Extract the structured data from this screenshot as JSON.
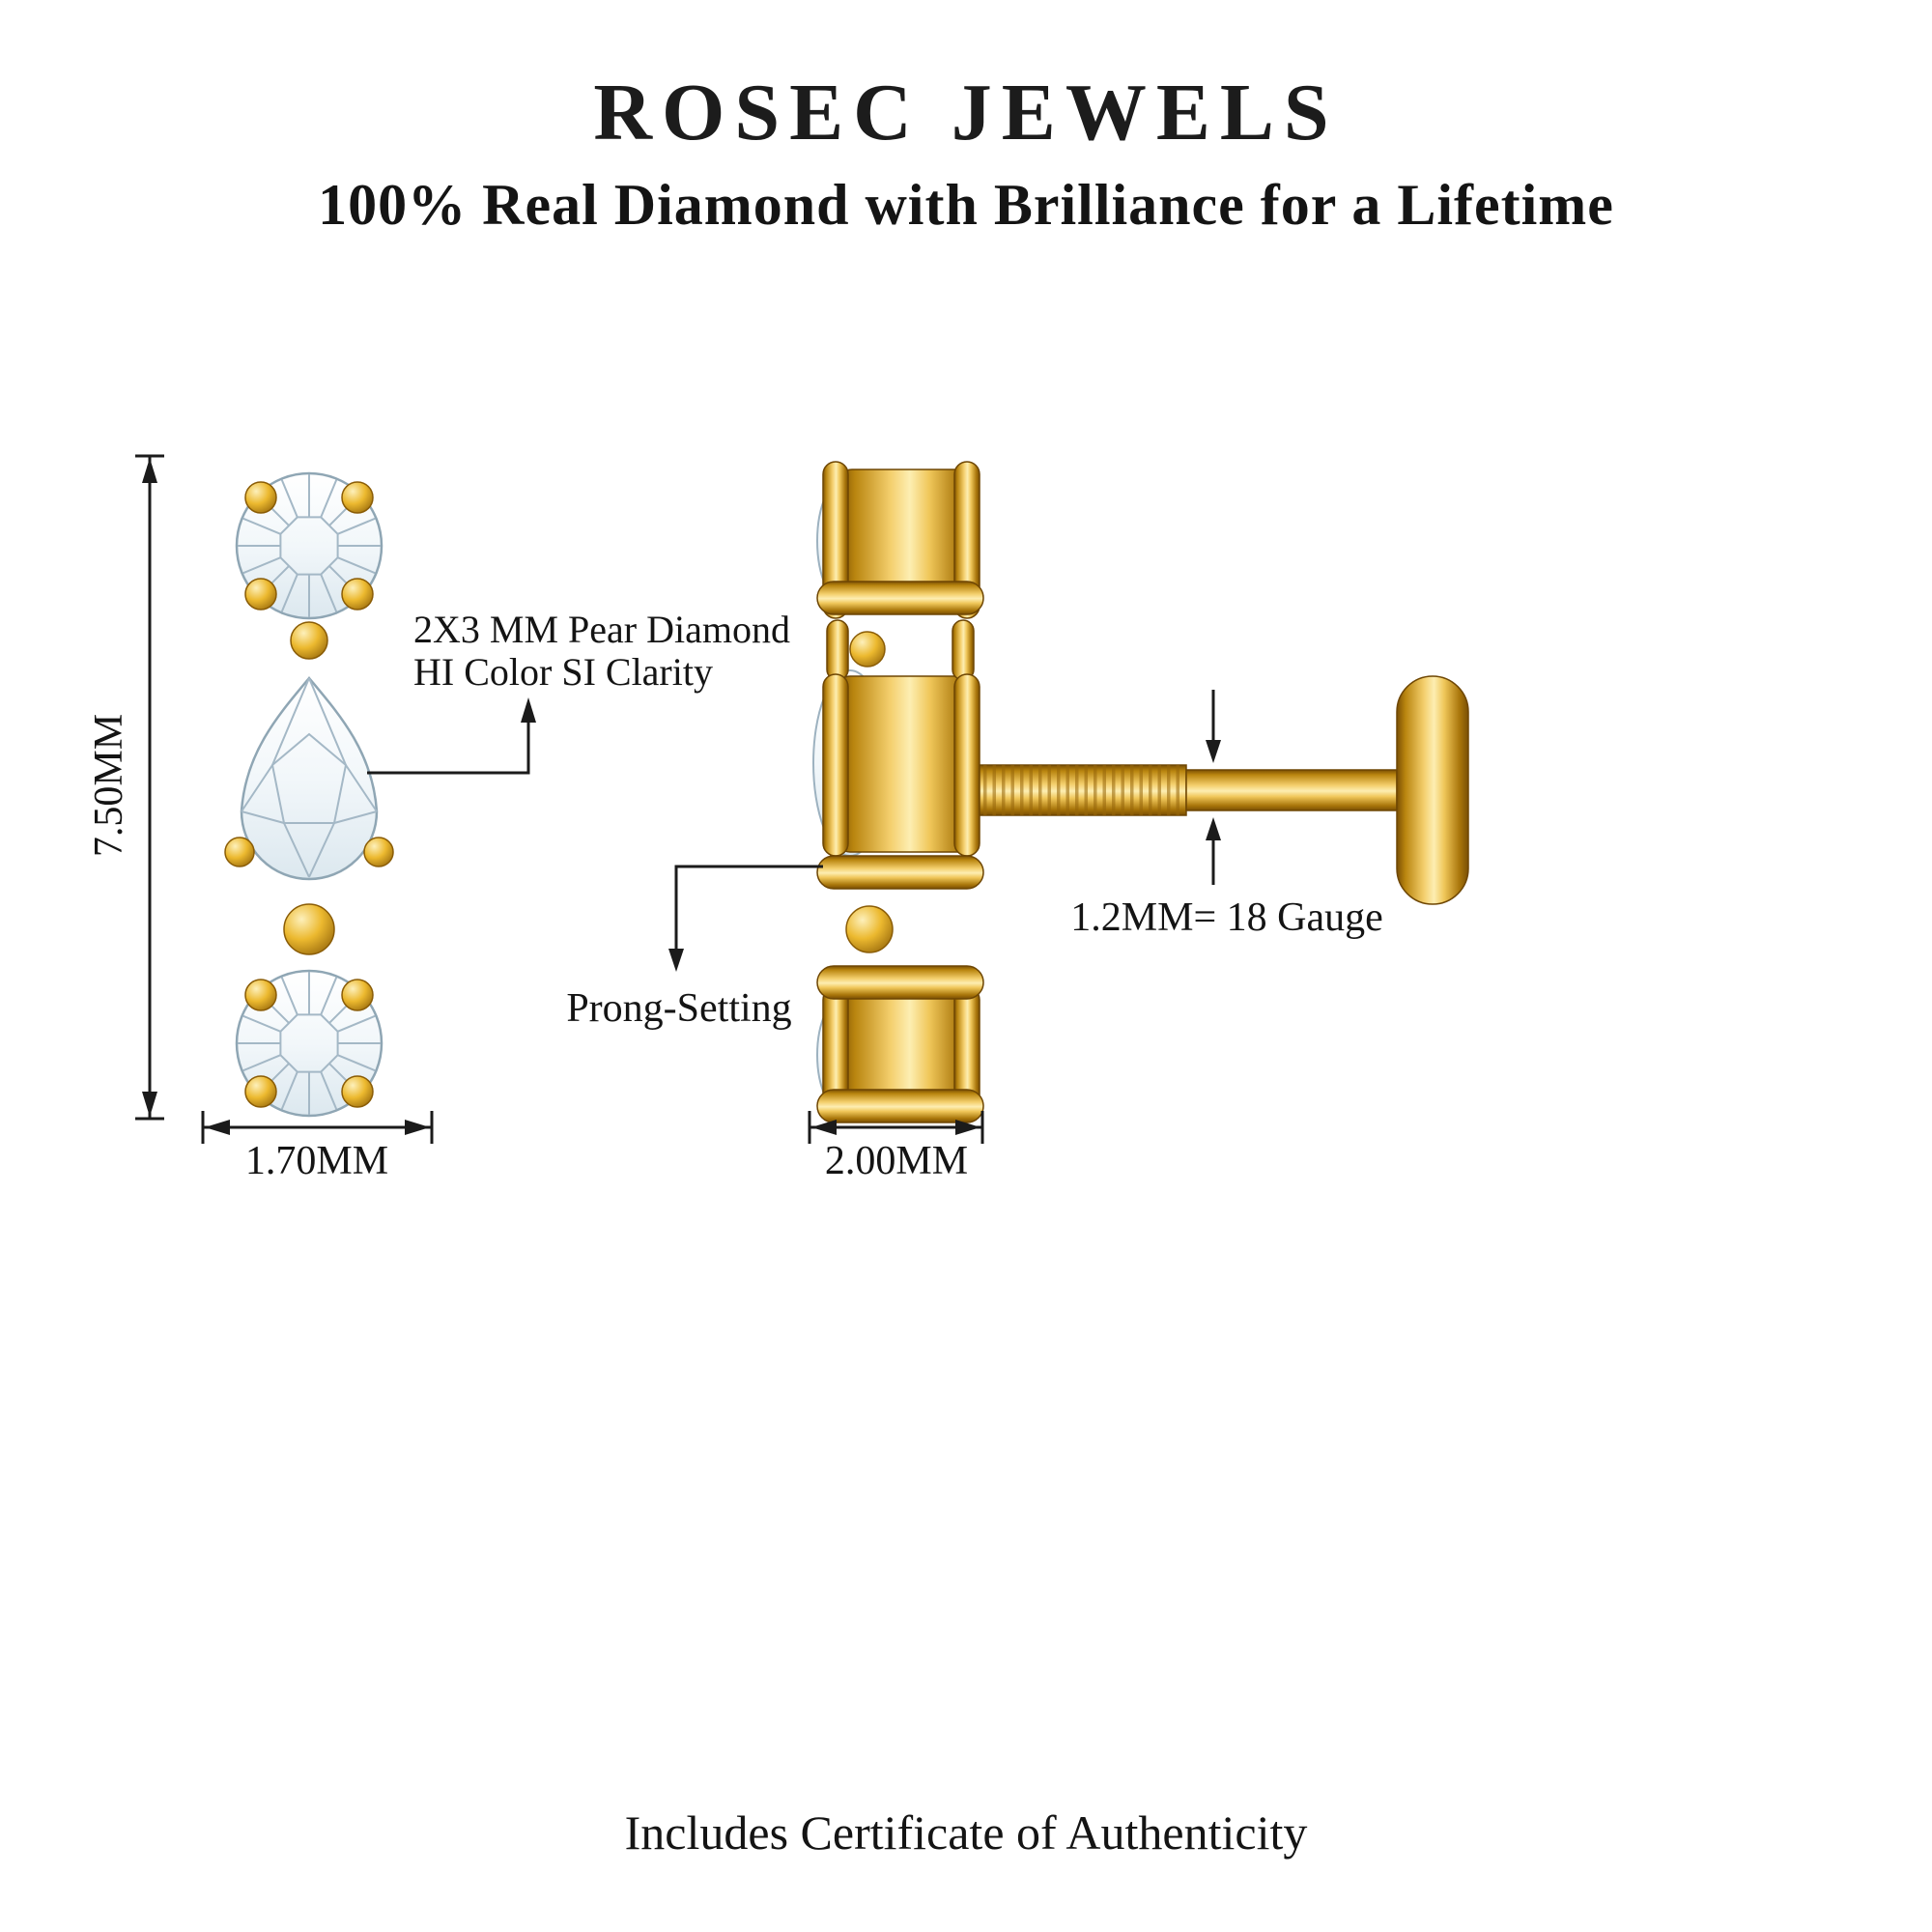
{
  "brand": {
    "name": "ROSEC JEWELS",
    "tagline": "100% Real Diamond with Brilliance for a Lifetime"
  },
  "front_view": {
    "height_dimension": "7.50MM",
    "width_dimension": "1.70MM",
    "stone_note_line1": "2X3 MM Pear Diamond",
    "stone_note_line2": "HI Color SI Clarity"
  },
  "side_view": {
    "width_dimension": "2.00MM",
    "post_note": "1.2MM= 18 Gauge",
    "setting_note": "Prong-Setting"
  },
  "footer": {
    "note": "Includes Certificate of Authenticity"
  },
  "colors": {
    "gold": "#E0A622",
    "gold_dark": "#7A4F04",
    "diamond": "#EDF3F8",
    "text": "#161616",
    "background": "#FFFFFF"
  }
}
